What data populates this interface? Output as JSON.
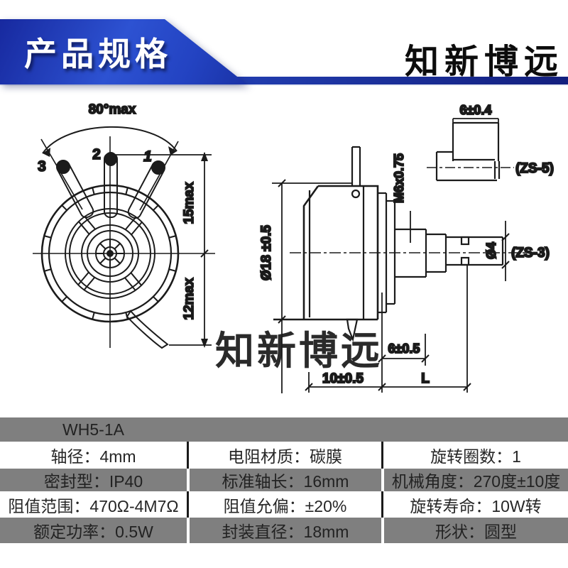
{
  "header": {
    "title": "产品规格",
    "brand": "知新博远",
    "banner_color": "#2d52d2",
    "banner_dark": "#17299f",
    "line_color": "#1a2c9e"
  },
  "drawing": {
    "watermark": "知新博远",
    "front": {
      "angle": "80°max",
      "pin_left": "3",
      "pin_mid": "2",
      "pin_right": "1",
      "dim_upper": "15max",
      "dim_lower": "12max"
    },
    "side": {
      "body_dia": "Ø18 ±0.5",
      "thread": "M6x0.75",
      "bushing_len": "6±0.5",
      "body_depth": "10±0.5",
      "shaft_len": "L",
      "shaft_dia": "Ø4",
      "shaft_style": "(ZS-3)"
    },
    "inset": {
      "len": "6±0.4",
      "style": "(ZS-5)"
    }
  },
  "spec_table": {
    "model": "WH5-1A",
    "gray_color": "#7f7f7f",
    "rows": [
      [
        "轴径：4mm",
        "电阻材质：碳膜",
        "旋转圈数：1"
      ],
      [
        "密封型：IP40",
        "标准轴长：16mm",
        "机械角度：270度±10度"
      ],
      [
        "阻值范围：470Ω-4M7Ω",
        "阻值允偏：±20%",
        "旋转寿命：10W转"
      ],
      [
        "额定功率：0.5W",
        "封装直径：18mm",
        "形状：圆型"
      ]
    ]
  }
}
